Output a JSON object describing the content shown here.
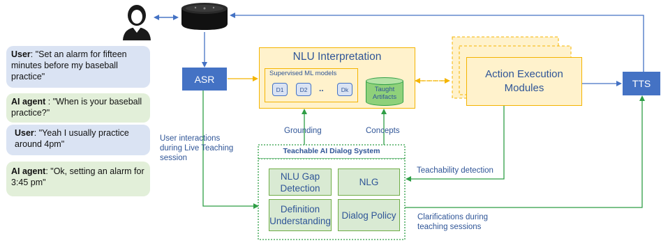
{
  "conversation": [
    {
      "speaker": "User",
      "text": ": \"Set an alarm for fifteen minutes before my baseball practice\""
    },
    {
      "speaker": "AI agent",
      "text": " : \"When is your baseball practice?\""
    },
    {
      "speaker": "User",
      "text": ": \"Yeah I usually practice around 4pm\""
    },
    {
      "speaker": "AI agent",
      "text": ": \"Ok, setting an alarm for 3:45 pm\""
    }
  ],
  "asr": "ASR",
  "tts": "TTS",
  "nlu": {
    "title": "NLU Interpretation",
    "models_title": "Supervised ML models",
    "models": [
      "D1",
      "D2",
      "..",
      "Dk"
    ],
    "taught_artifacts": "Taught Artifacts"
  },
  "action_execution": "Action Execution Modules",
  "teachable": {
    "title": "Teachable AI Dialog System",
    "cells": {
      "nlu_gap": "NLU Gap Detection",
      "nlg": "NLG",
      "definition": "Definition Understanding",
      "policy": "Dialog Policy"
    }
  },
  "labels": {
    "grounding": "Grounding",
    "concepts": "Concepts",
    "user_interactions": "User interactions during Live Teaching session",
    "teachability": "Teachability detection",
    "clarifications": "Clarifications during teaching sessions"
  },
  "icons": {
    "person": "person-icon",
    "speaker": "smart-speaker-icon"
  },
  "colors": {
    "blue": "#4472c4",
    "green": "#2e9e45",
    "orange": "#f4b400",
    "text_blue": "#2f5597"
  }
}
